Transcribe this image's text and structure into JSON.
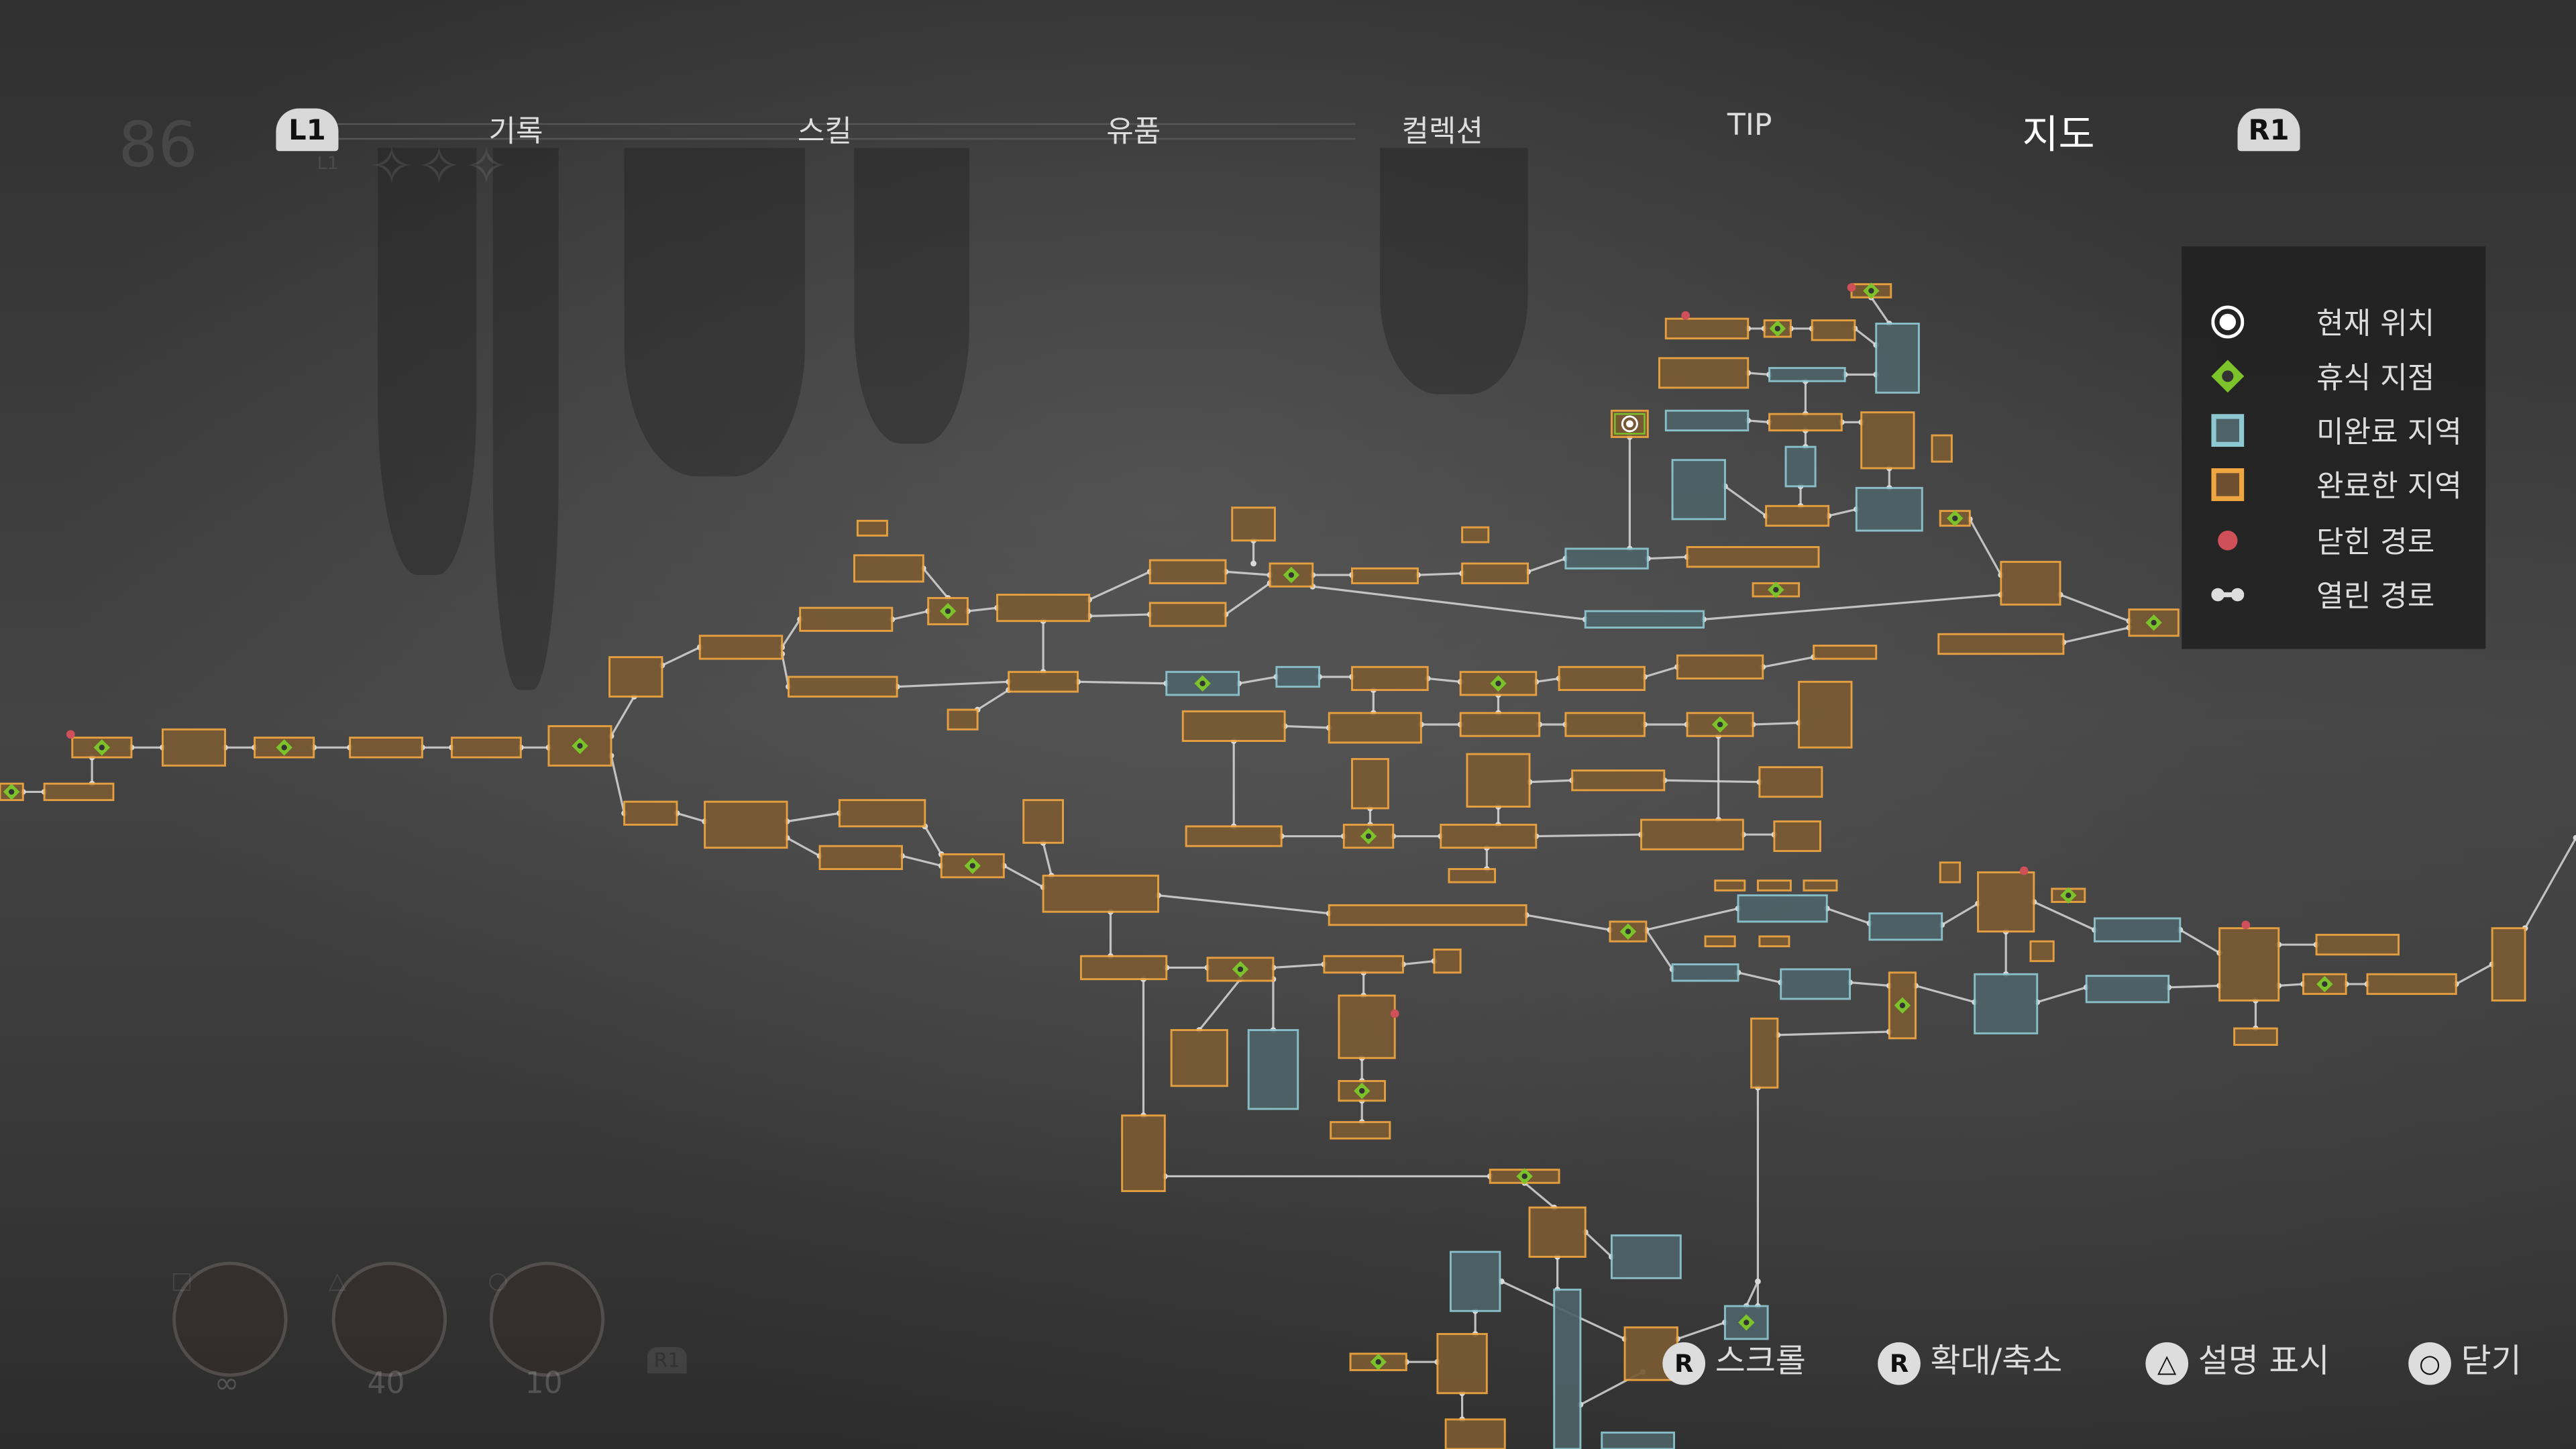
{
  "tabs": {
    "left_button": "L1",
    "right_button": "R1",
    "items": [
      {
        "label": "기록",
        "active": false
      },
      {
        "label": "스킬",
        "active": false
      },
      {
        "label": "유품",
        "active": false
      },
      {
        "label": "컬렉션",
        "active": false
      },
      {
        "label": "TIP",
        "active": false
      },
      {
        "label": "지도",
        "active": true
      }
    ]
  },
  "status": {
    "level": "86",
    "prayer_button": "L1",
    "stars": "✧✧✧"
  },
  "legend": {
    "current_location": "현재 위치",
    "rest_point": "휴식 지점",
    "incomplete_area": "미완료 지역",
    "completed_area": "완료한 지역",
    "closed_path": "닫힌 경로",
    "open_path": "열린 경로"
  },
  "colors": {
    "completed_fill": "#7a5a33",
    "completed_border": "#f0a640",
    "incomplete_fill": "#4e6368",
    "incomplete_border": "#8ec8d2",
    "rest": "#7cc22a",
    "closed": "#d0505a",
    "path": "#d8d8d8"
  },
  "controls": [
    {
      "button": "R",
      "label": "스크롤",
      "icon": "right-stick-icon"
    },
    {
      "button": "R",
      "label": "확대/축소",
      "icon": "right-stick-press-icon"
    },
    {
      "button": "△",
      "label": "설명 표시",
      "icon": "triangle-button-icon"
    },
    {
      "button": "○",
      "label": "닫기",
      "icon": "circle-button-icon"
    }
  ],
  "hud": {
    "slots": [
      {
        "button": "□",
        "count": "∞"
      },
      {
        "button": "△",
        "count": "40"
      },
      {
        "button": "○",
        "count": "10"
      }
    ],
    "switch_button": "R1"
  }
}
